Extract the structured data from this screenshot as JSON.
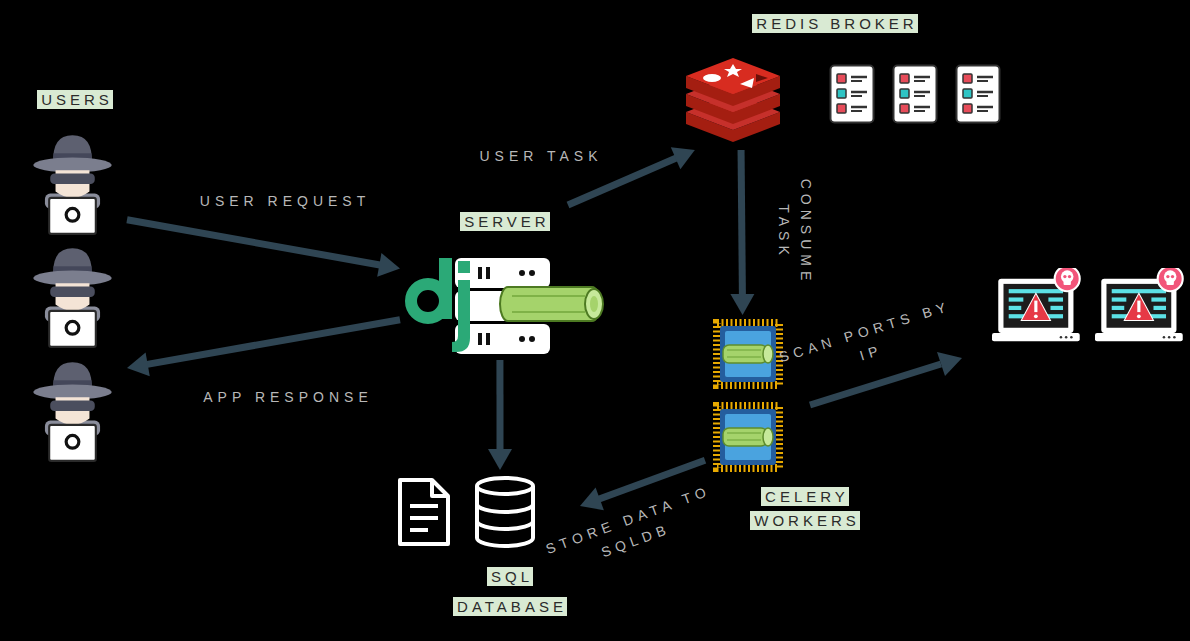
{
  "diagram": {
    "nodes": [
      {
        "text": [
          "USERS"
        ]
      },
      {
        "text": [
          "SERVER"
        ]
      },
      {
        "text": [
          "REDIS BROKER"
        ]
      },
      {
        "text": [
          "CELERY WORKERS"
        ]
      },
      {
        "text": [
          "SQL DATABASE"
        ]
      }
    ],
    "edges": [
      {
        "from": 0,
        "to": 1,
        "label": "USER REQUEST",
        "arrow": "to"
      },
      {
        "from": 1,
        "to": 0,
        "label": "APP RESPONSE",
        "arrow": "to"
      },
      {
        "from": 1,
        "to": 2,
        "label": "USER TASK",
        "arrow": "to"
      },
      {
        "from": 2,
        "to": 3,
        "label": "CONSUME TASK",
        "arrow": "to"
      },
      {
        "from": 1,
        "to": 4,
        "arrow": "to"
      },
      {
        "from": 3,
        "to": 4,
        "label": "STORE DATA TO SQLDB",
        "arrow": "to"
      }
    ],
    "labels": [
      "SCAN PORTS BY IP"
    ]
  }
}
